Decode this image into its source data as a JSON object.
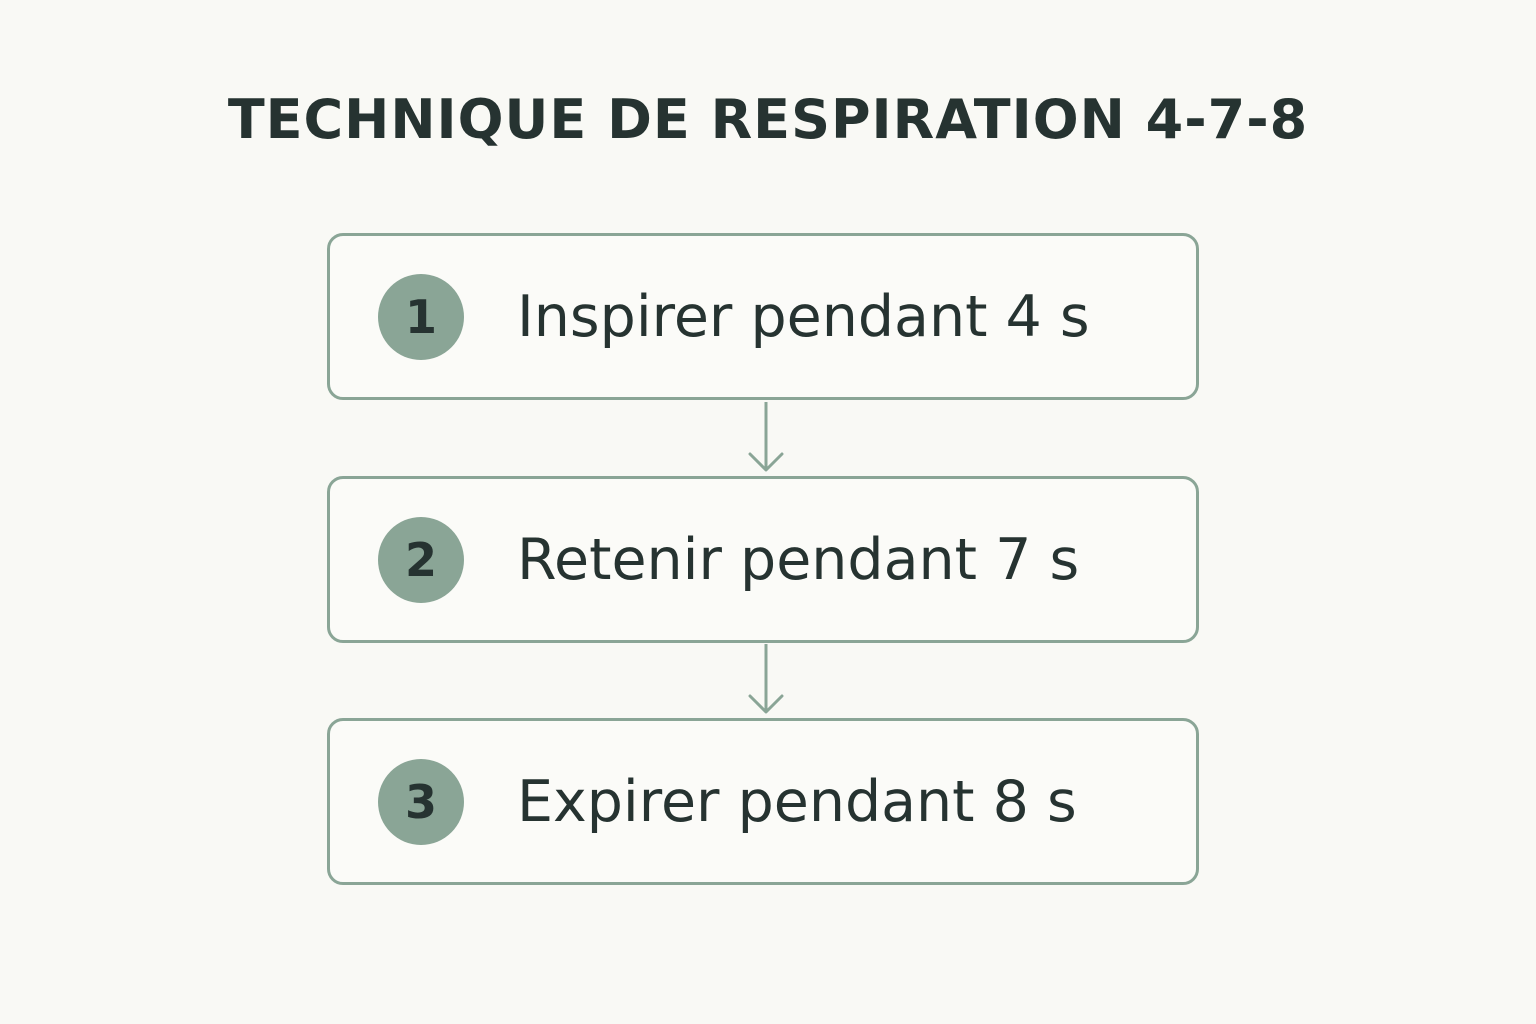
{
  "title": "TECHNIQUE DE RESPIRATION 4-7-8",
  "colors": {
    "background": "#f9f9f5",
    "accent": "#8aa596",
    "text": "#263331"
  },
  "steps": [
    {
      "number": "1",
      "label": "Inspirer pendant 4 s"
    },
    {
      "number": "2",
      "label": "Retenir pendant 7 s"
    },
    {
      "number": "3",
      "label": "Expirer pendant 8 s"
    }
  ]
}
